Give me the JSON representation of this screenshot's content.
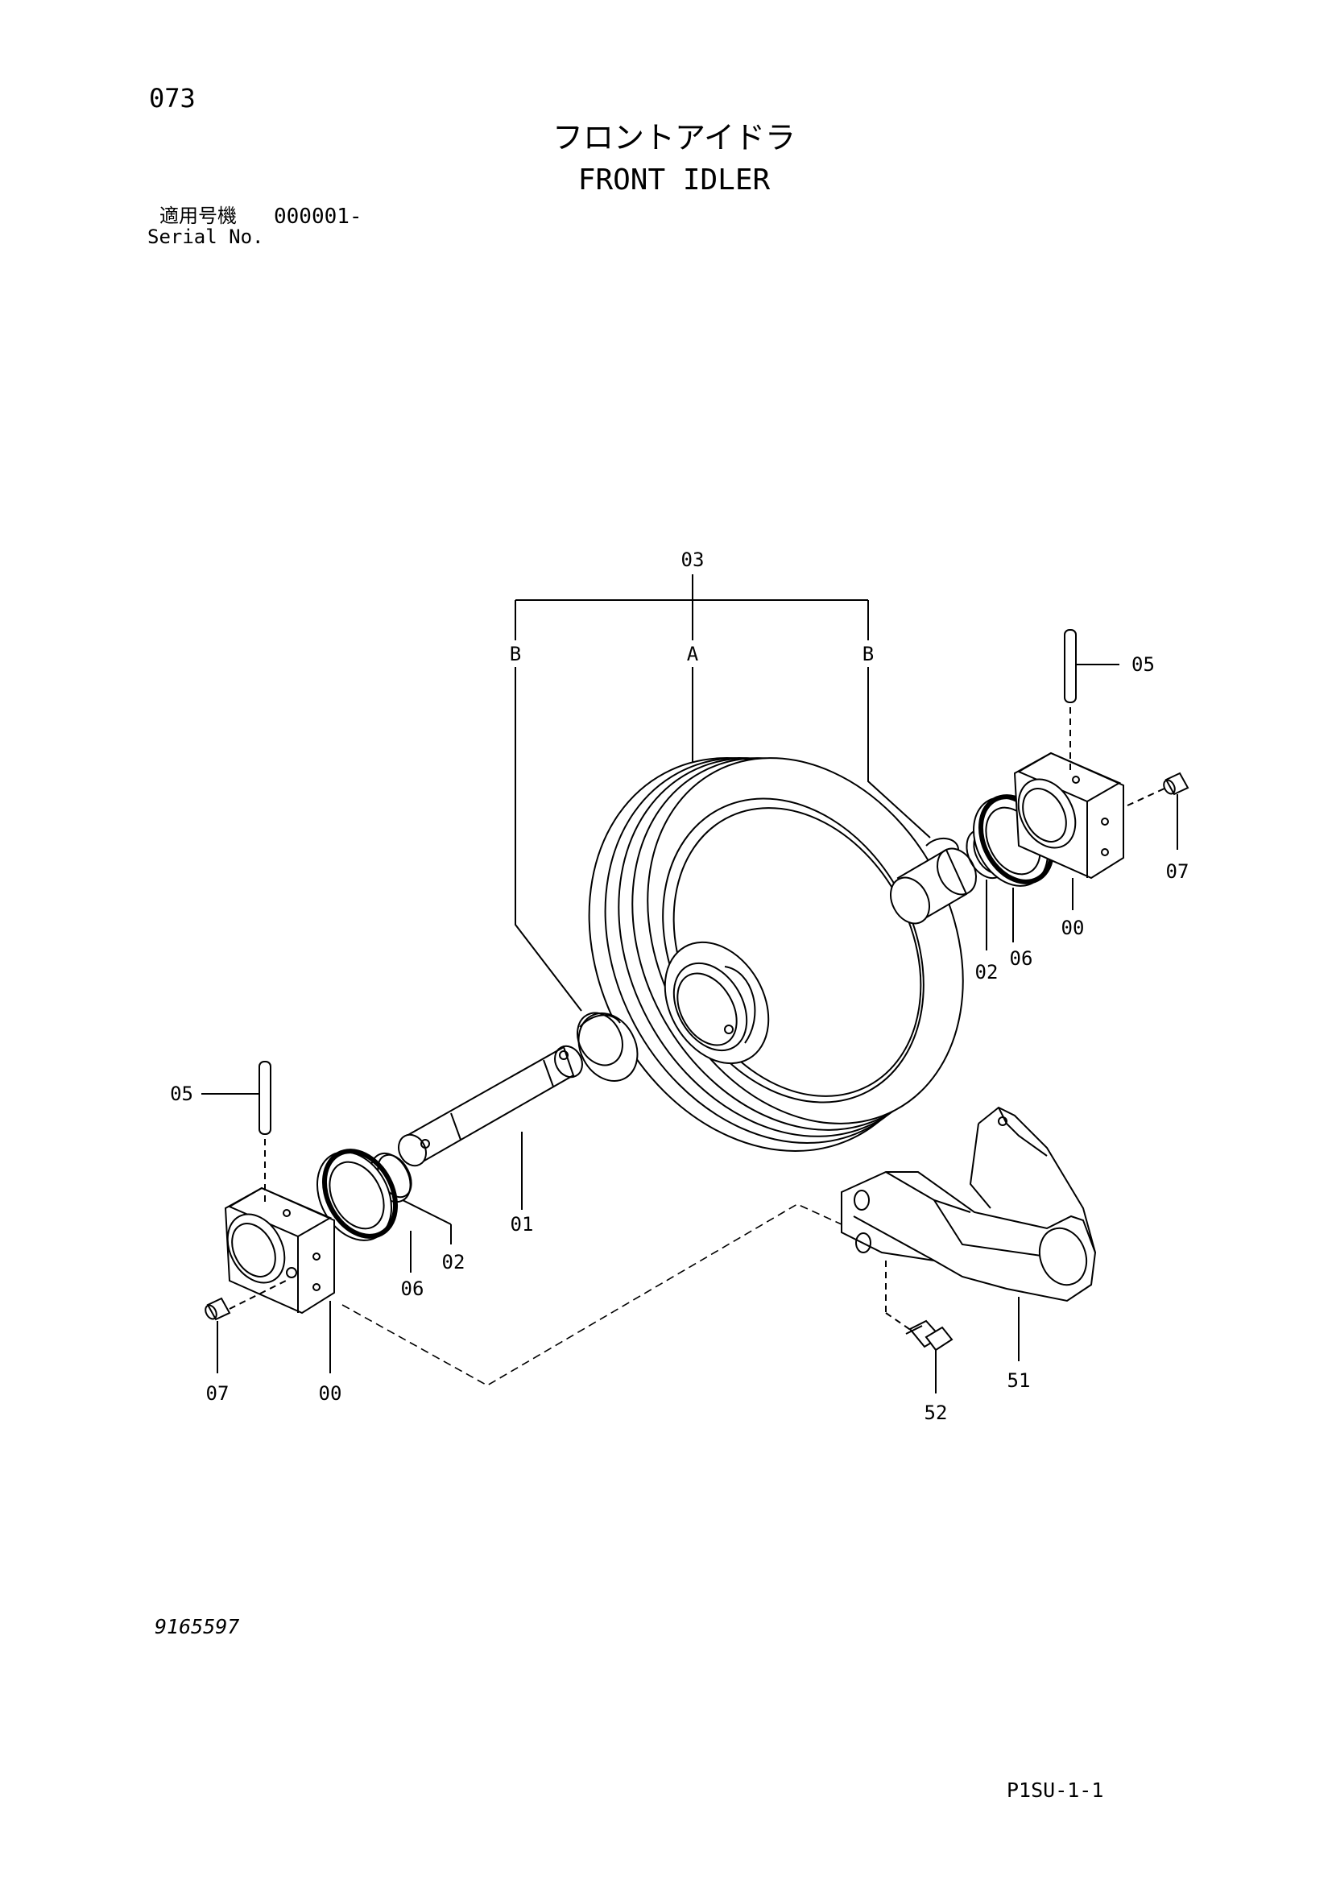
{
  "header": {
    "page_number": "073",
    "title_jp": "フロントアイドラ",
    "title_en": "FRONT IDLER",
    "serial_label_jp": "適用号機",
    "serial_value": "000001-",
    "serial_label_en": "Serial No."
  },
  "callouts": {
    "assembly": "03",
    "group_a": "A",
    "group_b_left": "B",
    "group_b_right": "B",
    "pin_right": "05",
    "plug_right": "07",
    "bracket_right": "00",
    "seal_right_06": "06",
    "ring_right_02": "02",
    "pin_left": "05",
    "shaft": "01",
    "ring_left_02": "02",
    "seal_left_06": "06",
    "plug_left": "07",
    "bracket_left": "00",
    "yoke": "51",
    "bolt": "52"
  },
  "footer": {
    "drawing_number": "9165597",
    "sheet_id": "P1SU-1-1"
  }
}
